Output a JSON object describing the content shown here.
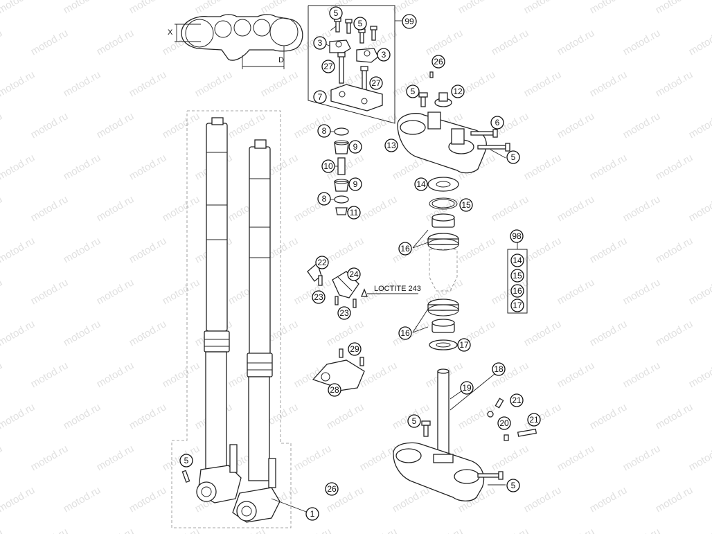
{
  "watermark": "motod.ru",
  "dimension_labels": {
    "x": "X",
    "d": "D"
  },
  "note": "LOCTITE 243",
  "callouts": {
    "c99": "99",
    "c5a": "5",
    "c5b": "5",
    "c3a": "3",
    "c3b": "3",
    "c27a": "27",
    "c27b": "27",
    "c7": "7",
    "c26a": "26",
    "c5c": "5",
    "c12": "12",
    "c6": "6",
    "c13": "13",
    "c5d": "5",
    "c8a": "8",
    "c9a": "9",
    "c10": "10",
    "c9b": "9",
    "c8b": "8",
    "c11": "11",
    "c14": "14",
    "c15": "15",
    "c16a": "16",
    "c98": "98",
    "k14": "14",
    "k15": "15",
    "k16": "16",
    "k17": "17",
    "c22": "22",
    "c24": "24",
    "c23a": "23",
    "c23b": "23",
    "c16b": "16",
    "c17": "17",
    "c29": "29",
    "c28": "28",
    "c18": "18",
    "c19": "19",
    "c21a": "21",
    "c21b": "21",
    "c20": "20",
    "c5e": "5",
    "c5f": "5",
    "c5g": "5",
    "c26b": "26",
    "c1": "1"
  }
}
